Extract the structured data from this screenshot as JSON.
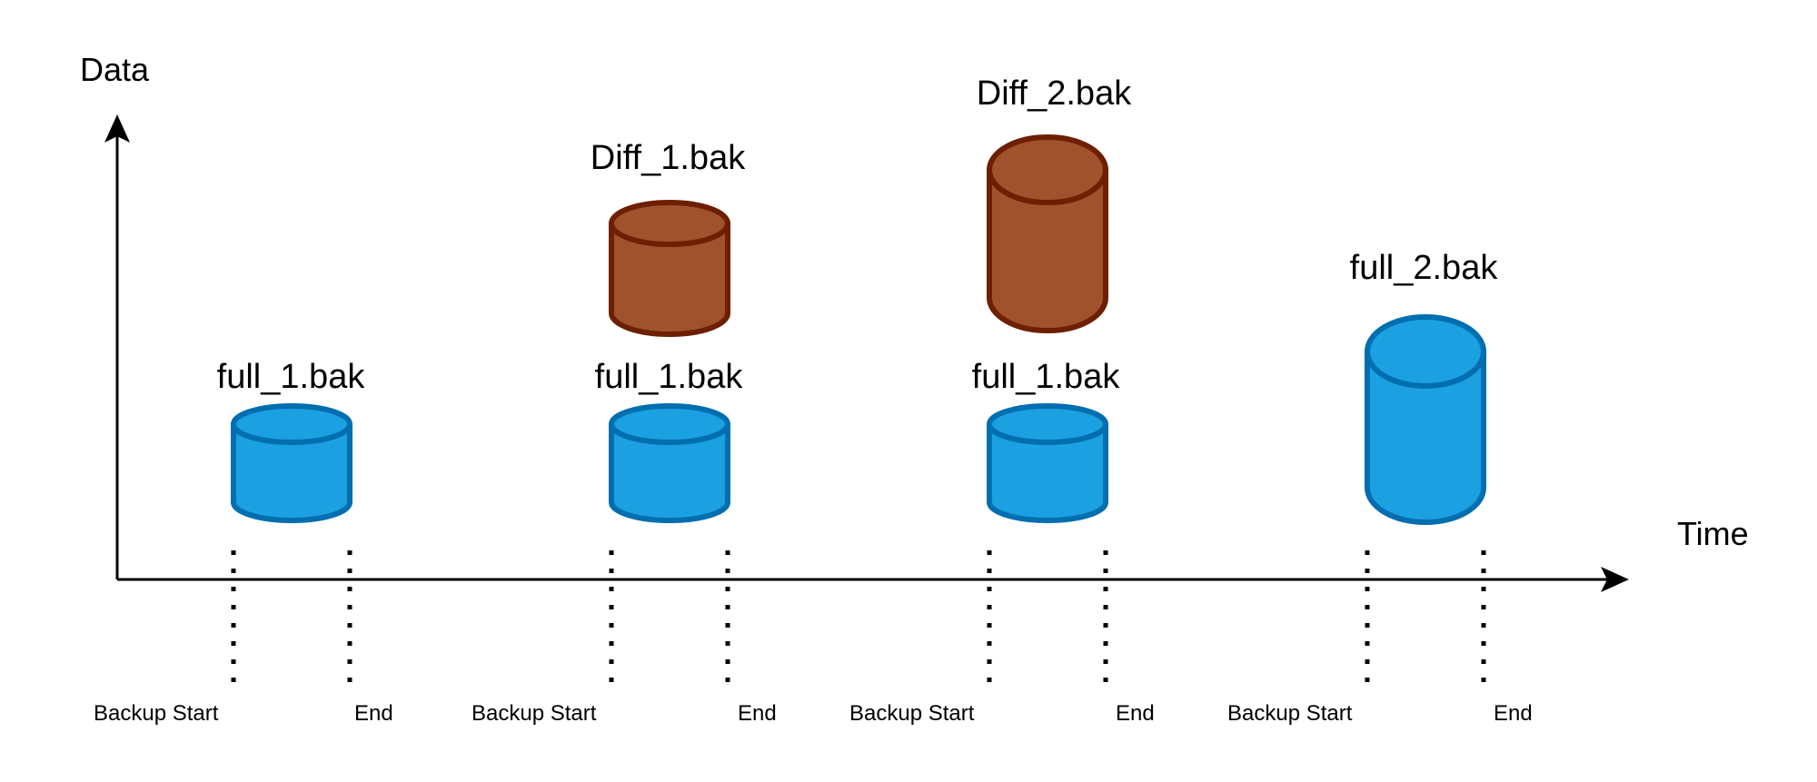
{
  "axes": {
    "y_label": "Data",
    "x_label": "Time"
  },
  "colors": {
    "full_fill": "#1ba1e2",
    "full_stroke": "#006eaf",
    "diff_fill": "#a0522d",
    "diff_stroke": "#6d1f00",
    "axis": "#000000"
  },
  "icons": [
    "database-icon",
    "arrow-up-icon",
    "arrow-right-icon"
  ],
  "groups": [
    {
      "marker_start": "Backup Start",
      "marker_end": "End",
      "backups": [
        {
          "name": "full_1.bak",
          "type": "full"
        }
      ]
    },
    {
      "marker_start": "Backup Start",
      "marker_end": "End",
      "backups": [
        {
          "name": "full_1.bak",
          "type": "full"
        },
        {
          "name": "Diff_1.bak",
          "type": "differential"
        }
      ]
    },
    {
      "marker_start": "Backup Start",
      "marker_end": "End",
      "backups": [
        {
          "name": "full_1.bak",
          "type": "full"
        },
        {
          "name": "Diff_2.bak",
          "type": "differential"
        }
      ]
    },
    {
      "marker_start": "Backup Start",
      "marker_end": "End",
      "backups": [
        {
          "name": "full_2.bak",
          "type": "full"
        }
      ]
    }
  ]
}
